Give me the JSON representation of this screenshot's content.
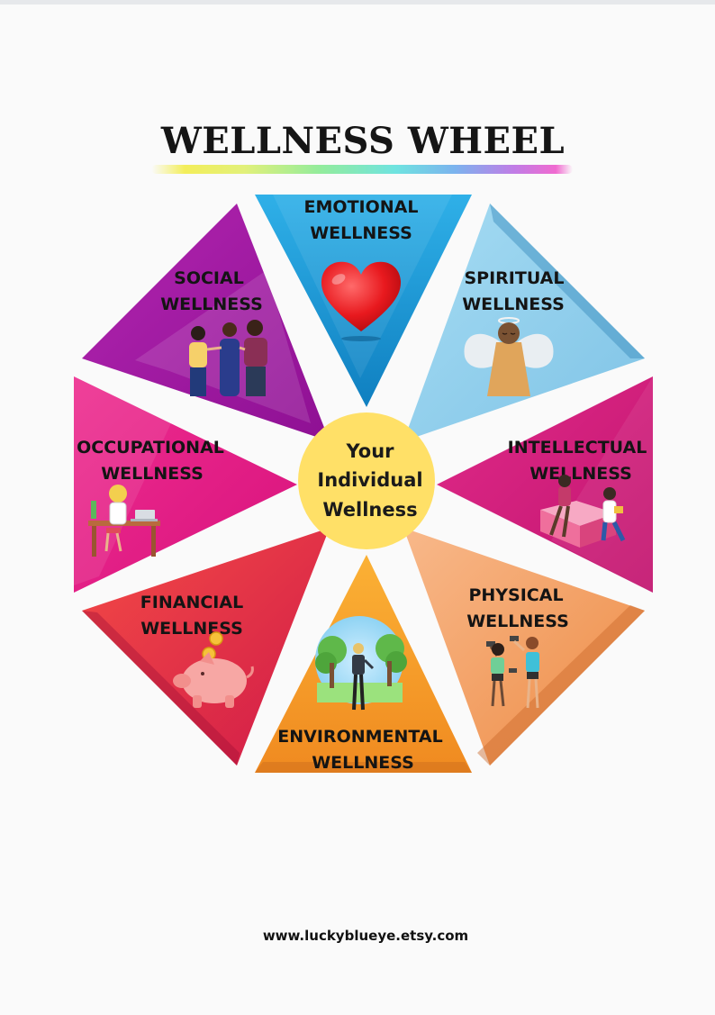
{
  "title": "WELLNESS WHEEL",
  "center": {
    "line1": "Your",
    "line2": "Individual",
    "line3": "Wellness"
  },
  "segments": {
    "emotional": {
      "line1": "EMOTIONAL",
      "line2": "WELLNESS",
      "color": "#1e9fd9",
      "icon": "heart-icon"
    },
    "spiritual": {
      "line1": "SPIRITUAL",
      "line2": "WELLNESS",
      "color": "#8fd0ef",
      "icon": "angel-icon"
    },
    "intellectual": {
      "line1": "INTELLECTUAL",
      "line2": "WELLNESS",
      "color": "#d41f7e",
      "icon": "students-reading-icon"
    },
    "physical": {
      "line1": "PHYSICAL",
      "line2": "WELLNESS",
      "color": "#f4a467",
      "icon": "exercising-people-icon"
    },
    "environmental": {
      "line1": "ENVIRONMENTAL",
      "line2": "WELLNESS",
      "color": "#f6a530",
      "icon": "person-in-park-icon"
    },
    "financial": {
      "line1": "FINANCIAL",
      "line2": "WELLNESS",
      "color": "#ee2f48",
      "icon": "piggy-bank-icon"
    },
    "occupational": {
      "line1": "OCCUPATIONAL",
      "line2": "WELLNESS",
      "color": "#e51e87",
      "icon": "office-worker-icon"
    },
    "social": {
      "line1": "SOCIAL",
      "line2": "WELLNESS",
      "color": "#a81aa6",
      "icon": "group-of-friends-icon"
    }
  },
  "footer": "www.luckyblueye.etsy.com"
}
